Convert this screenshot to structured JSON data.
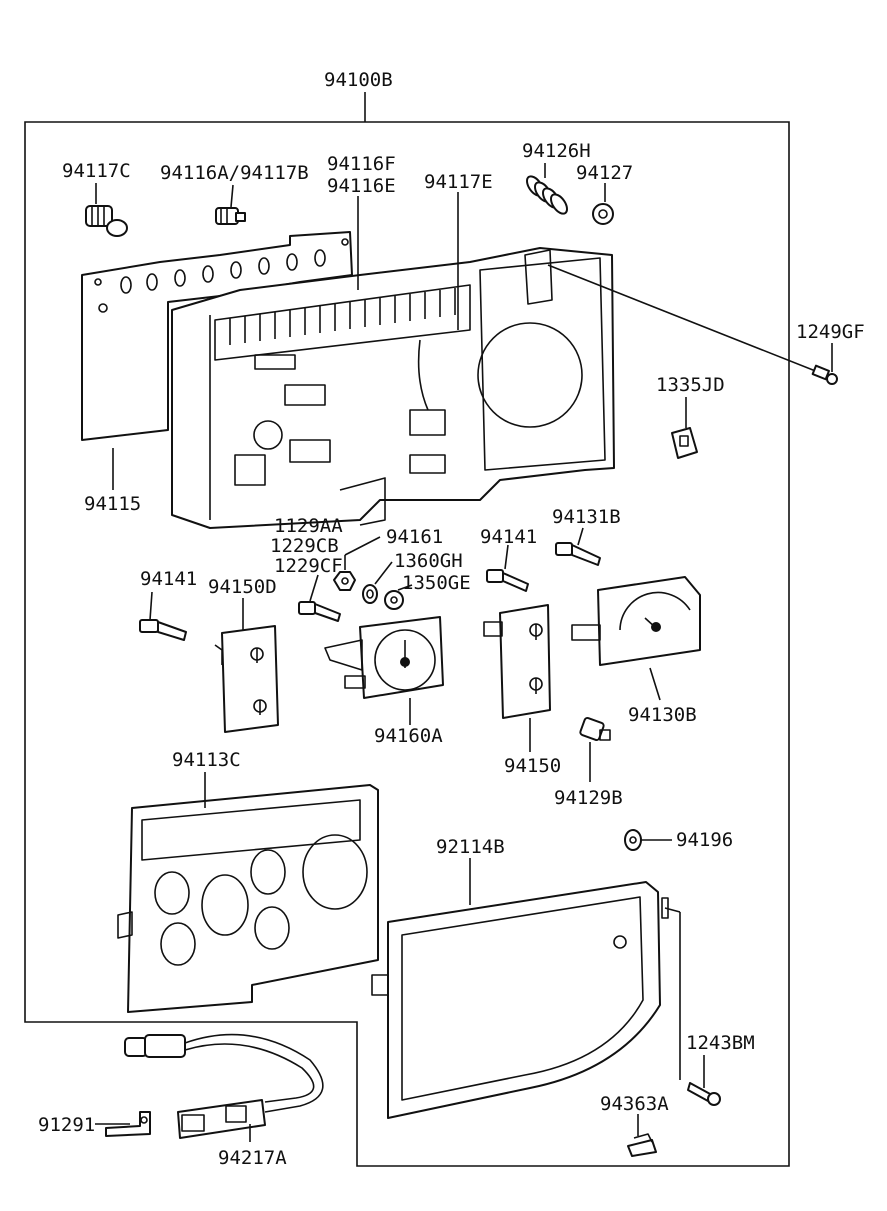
{
  "labels": {
    "assembly": "94100B",
    "p94117C": "94117C",
    "p94116A": "94116A/94117B",
    "p94116F": "94116F",
    "p94116E": "94116E",
    "p94117E": "94117E",
    "p94126H": "94126H",
    "p94127": "94127",
    "p1249GF": "1249GF",
    "p1335JD": "1335JD",
    "p94115": "94115",
    "p1129AA": "1129AA",
    "p1229CB": "1229CB",
    "p1229CF": "1229CF",
    "p94161": "94161",
    "p1360GH": "1360GH",
    "p1350GE": "1350GE",
    "p94141a": "94141",
    "p94141b": "94141",
    "p94131B": "94131B",
    "p94150D": "94150D",
    "p94160A": "94160A",
    "p94150": "94150",
    "p94130B": "94130B",
    "p94129B": "94129B",
    "p94113C": "94113C",
    "p92114B": "92114B",
    "p94196": "94196",
    "p1243BM": "1243BM",
    "p94363A": "94363A",
    "p91291": "91291",
    "p94217A": "94217A"
  }
}
